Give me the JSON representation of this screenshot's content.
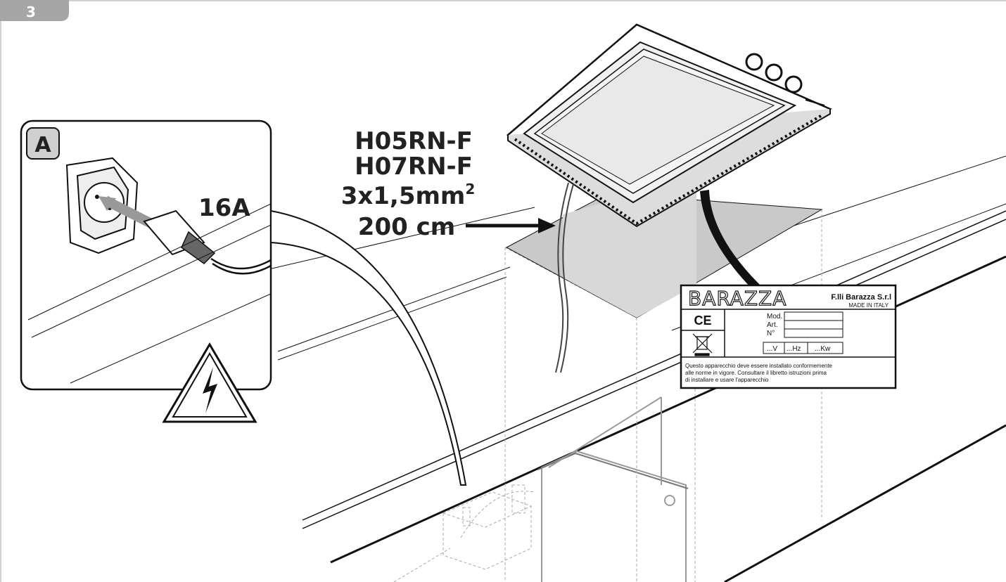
{
  "step": {
    "number": "3"
  },
  "inset": {
    "label": "A",
    "current": "16A"
  },
  "cable": {
    "type1": "H05RN-F",
    "type2": "H07RN-F",
    "section": "3x1,5mm",
    "section_sup": "2",
    "length": "200 cm"
  },
  "rating_plate": {
    "brand": "BARAZZA",
    "company": "F.lli Barazza S.r.l",
    "origin": "MADE IN ITALY",
    "ce_mark": "CE",
    "mod_label": "Mod.",
    "art_label": "Art.",
    "no_label": "N°",
    "volt": "...V",
    "hertz": "...Hz",
    "kilowatt": "...Kw",
    "notice_line1": "Questo apparecchio deve essere installato conformemente",
    "notice_line2": "alle norme in vigore. Consultare il libretto istruzioni prima",
    "notice_line3": "di installare e usare l'apparecchio"
  },
  "colors": {
    "step_tab": "#a6a6a6",
    "cabinet_gray": "#bdbdbd",
    "line": "#111111"
  }
}
